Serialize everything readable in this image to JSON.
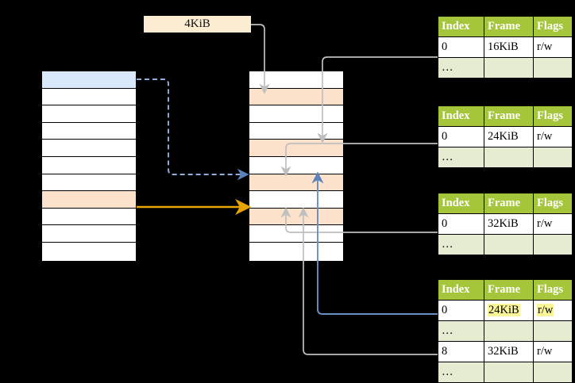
{
  "diagram": {
    "title": "virtual-to-physical page table walk",
    "colors": {
      "header_green": "#a5c63b",
      "row_alt_green": "#e6ecd2",
      "row_white": "#ffffff",
      "highlight_blue": "#d9e8fb",
      "highlight_peach": "#fde2cb",
      "highlight_yellow": "#fbf59a",
      "label_cream": "#fcedd2",
      "wire_gray": "#b3b3b3",
      "wire_blue": "#6a8fc4",
      "wire_orange": "#e8a400",
      "border_black": "#000000"
    },
    "size_label": {
      "text": "4KiB"
    },
    "left_column": {
      "name": "virtual-address-space",
      "row_count": 11,
      "rows": [
        {
          "index": 0,
          "fill": "blue"
        },
        {
          "index": 1,
          "fill": "white"
        },
        {
          "index": 2,
          "fill": "white"
        },
        {
          "index": 3,
          "fill": "white"
        },
        {
          "index": 4,
          "fill": "white"
        },
        {
          "index": 5,
          "fill": "white"
        },
        {
          "index": 6,
          "fill": "white"
        },
        {
          "index": 7,
          "fill": "peach"
        },
        {
          "index": 8,
          "fill": "white"
        },
        {
          "index": 9,
          "fill": "white"
        },
        {
          "index": 10,
          "fill": "white"
        }
      ]
    },
    "middle_column": {
      "name": "physical-memory",
      "row_count": 11,
      "rows": [
        {
          "index": 0,
          "fill": "white"
        },
        {
          "index": 1,
          "fill": "peach"
        },
        {
          "index": 2,
          "fill": "white"
        },
        {
          "index": 3,
          "fill": "white"
        },
        {
          "index": 4,
          "fill": "peach"
        },
        {
          "index": 5,
          "fill": "white"
        },
        {
          "index": 6,
          "fill": "peach"
        },
        {
          "index": 7,
          "fill": "white"
        },
        {
          "index": 8,
          "fill": "peach"
        },
        {
          "index": 9,
          "fill": "white"
        },
        {
          "index": 10,
          "fill": "white"
        }
      ]
    },
    "page_tables": [
      {
        "name": "page-table-1",
        "columns": [
          "Index",
          "Frame",
          "Flags"
        ],
        "rows": [
          {
            "cells": [
              "0",
              "16KiB",
              "r/w"
            ],
            "alt": false,
            "highlight": []
          },
          {
            "cells": [
              "…",
              "",
              ""
            ],
            "alt": true,
            "highlight": []
          }
        ]
      },
      {
        "name": "page-table-2",
        "columns": [
          "Index",
          "Frame",
          "Flags"
        ],
        "rows": [
          {
            "cells": [
              "0",
              "24KiB",
              "r/w"
            ],
            "alt": false,
            "highlight": []
          },
          {
            "cells": [
              "…",
              "",
              ""
            ],
            "alt": true,
            "highlight": []
          }
        ]
      },
      {
        "name": "page-table-3",
        "columns": [
          "Index",
          "Frame",
          "Flags"
        ],
        "rows": [
          {
            "cells": [
              "0",
              "32KiB",
              "r/w"
            ],
            "alt": false,
            "highlight": []
          },
          {
            "cells": [
              "…",
              "",
              ""
            ],
            "alt": true,
            "highlight": []
          }
        ]
      },
      {
        "name": "page-table-4",
        "columns": [
          "Index",
          "Frame",
          "Flags"
        ],
        "rows": [
          {
            "cells": [
              "0",
              "24KiB",
              "r/w"
            ],
            "alt": false,
            "highlight": [
              1,
              2
            ]
          },
          {
            "cells": [
              "…",
              "",
              ""
            ],
            "alt": true,
            "highlight": []
          },
          {
            "cells": [
              "8",
              "32KiB",
              "r/w"
            ],
            "alt": false,
            "highlight": []
          },
          {
            "cells": [
              "…",
              "",
              ""
            ],
            "alt": true,
            "highlight": []
          }
        ]
      }
    ],
    "connectors": [
      {
        "name": "wire-4kib-to-physical",
        "style": "solid",
        "color": "gray"
      },
      {
        "name": "wire-table1-to-physical",
        "style": "solid",
        "color": "gray"
      },
      {
        "name": "wire-table2-to-physical",
        "style": "solid",
        "color": "gray"
      },
      {
        "name": "wire-table3-to-physical",
        "style": "solid",
        "color": "gray"
      },
      {
        "name": "wire-table4-row8-to-physical",
        "style": "solid",
        "color": "gray"
      },
      {
        "name": "wire-table4-row0-to-physical",
        "style": "solid",
        "color": "blue"
      },
      {
        "name": "wire-virtual-page-dashed",
        "style": "dashed",
        "color": "blue"
      },
      {
        "name": "wire-virtual-page-solid",
        "style": "solid",
        "color": "orange"
      }
    ]
  }
}
